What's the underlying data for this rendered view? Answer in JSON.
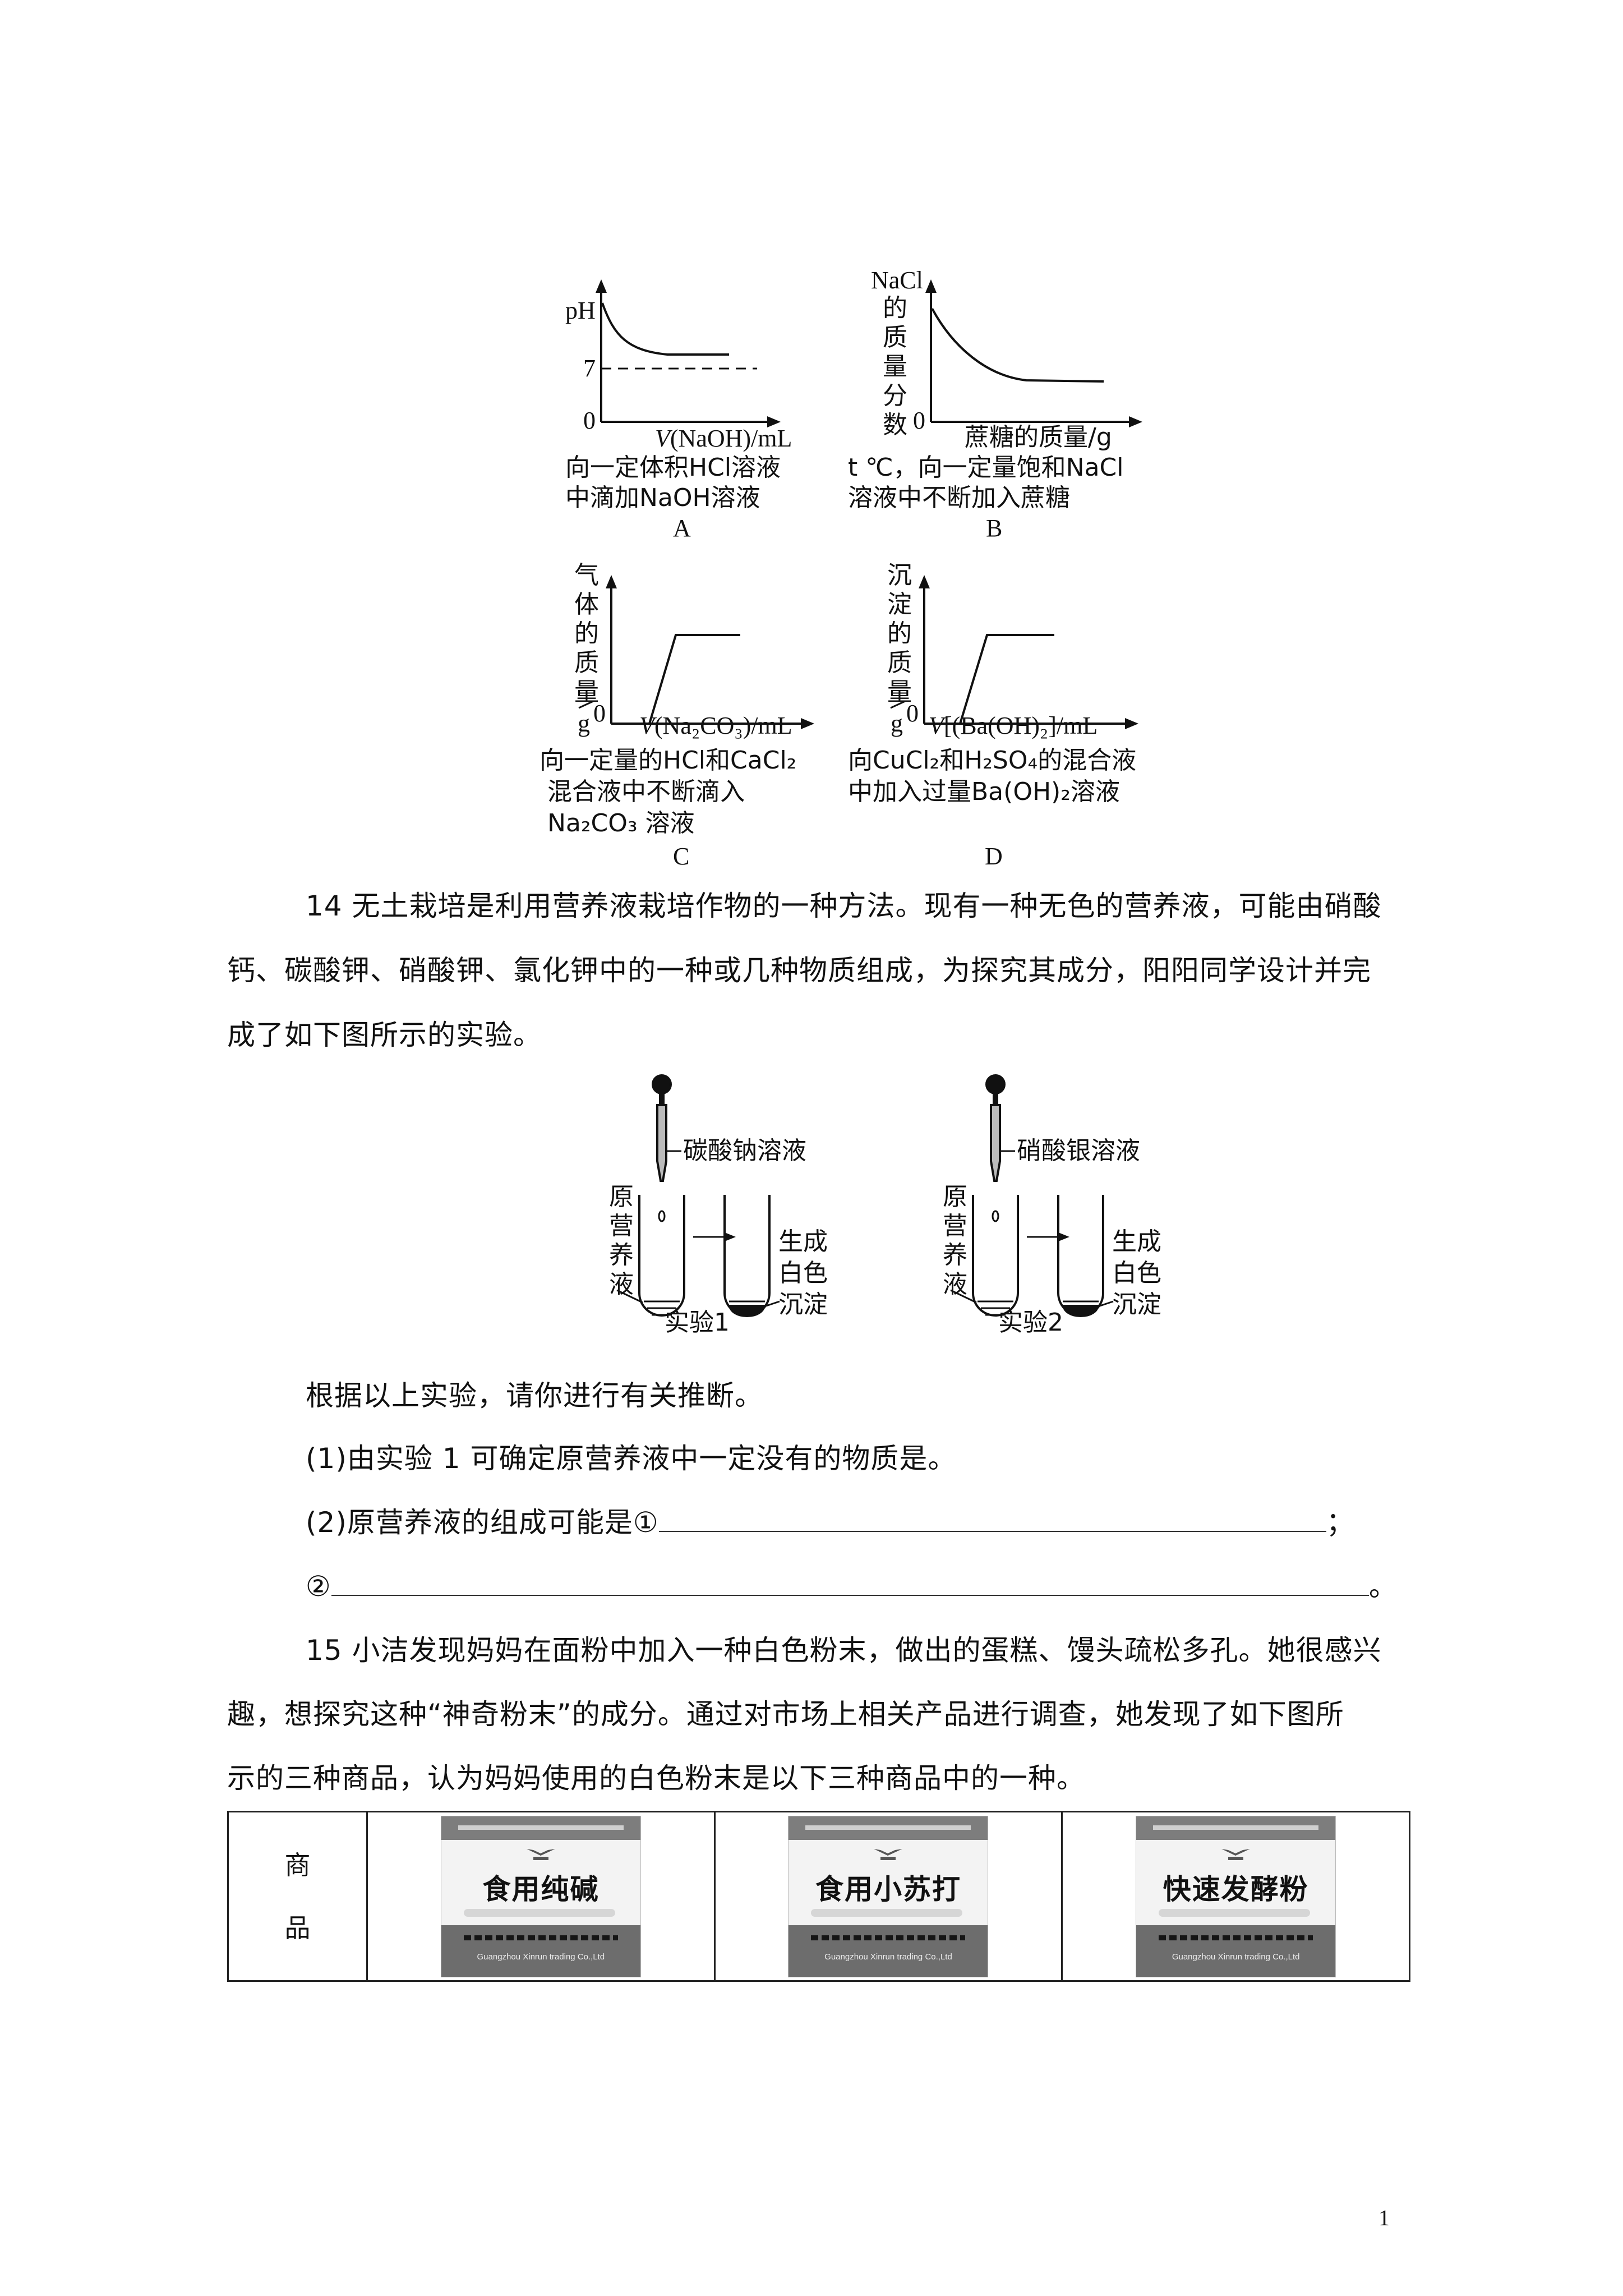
{
  "graphs": {
    "A": {
      "y_axis": "pH",
      "y_tick": "7",
      "origin": "0",
      "x_axis_v": "V",
      "x_axis_rest": "(NaOH)/mL",
      "caption_line1": "向一定体积HCl溶液",
      "caption_line2": "中滴加NaOH溶液",
      "letter": "A"
    },
    "B": {
      "y_axis_top": "NaCl",
      "y_axis_chars": [
        "的",
        "质",
        "量",
        "分",
        "数"
      ],
      "origin": "0",
      "x_axis": "蔗糖的质量/g",
      "caption_line1": "t ℃，向一定量饱和NaCl",
      "caption_line2": "溶液中不断加入蔗糖",
      "letter": "B"
    },
    "C": {
      "y_axis_chars": [
        "气",
        "体",
        "的",
        "质",
        "量"
      ],
      "y_unit": "g",
      "origin": "0",
      "x_axis_v": "V",
      "x_axis_rest": "(Na₂CO₃)/mL",
      "caption_line1": "向一定量的HCl和CaCl₂",
      "caption_line2": " 混合液中不断滴入",
      "caption_line3": " Na₂CO₃ 溶液",
      "letter": "C"
    },
    "D": {
      "y_axis_chars": [
        "沉",
        "淀",
        "的",
        "质",
        "量"
      ],
      "y_unit": "g",
      "origin": "0",
      "x_axis_v": "V",
      "x_axis_rest": "[(Ba(OH)₂]/mL",
      "caption_line1": "向CuCl₂和H₂SO₄的混合液",
      "caption_line2": "中加入过量Ba(OH)₂溶液",
      "letter": "D"
    }
  },
  "q14": {
    "line1": "14 无土栽培是利用营养液栽培作物的一种方法。现有一种无色的营养液，可能由硝酸",
    "line2": "钙、碳酸钾、硝酸钾、氯化钾中的一种或几种物质组成，为探究其成分，阳阳同学设计并完",
    "line3": "成了如下图所示的实验。",
    "exp1": {
      "reagent": "碳酸钠溶液",
      "left_label": [
        "原",
        "营",
        "养",
        "液"
      ],
      "right_label": [
        "生成",
        "白色",
        "沉淀"
      ],
      "caption": "实验1"
    },
    "exp2": {
      "reagent": "硝酸银溶液",
      "left_label": [
        "原",
        "营",
        "养",
        "液"
      ],
      "right_label": [
        "生成",
        "白色",
        "沉淀"
      ],
      "caption": "实验2"
    },
    "infer": "根据以上实验，请你进行有关推断。",
    "sub1": "(1)由实验 1 可确定原营养液中一定没有的物质是。",
    "sub2": "(2)原营养液的组成可能是①",
    "sub2_end": "；",
    "sub3": "②",
    "sub3_end": "。"
  },
  "q15": {
    "line1": "15 小洁发现妈妈在面粉中加入一种白色粉末，做出的蛋糕、馒头疏松多孔。她很感兴",
    "line2": "趣，想探究这种“神奇粉末”的成分。通过对市场上相关产品进行调查，她发现了如下图所",
    "line3": "示的三种商品，认为妈妈使用的白色粉末是以下三种商品中的一种。",
    "table_label_1": "商",
    "table_label_2": "品",
    "products": [
      "食用纯碱",
      "食用小苏打",
      "快速发酵粉"
    ],
    "company": "Guangzhou Xinrun trading Co.,Ltd"
  },
  "page_number": "1"
}
